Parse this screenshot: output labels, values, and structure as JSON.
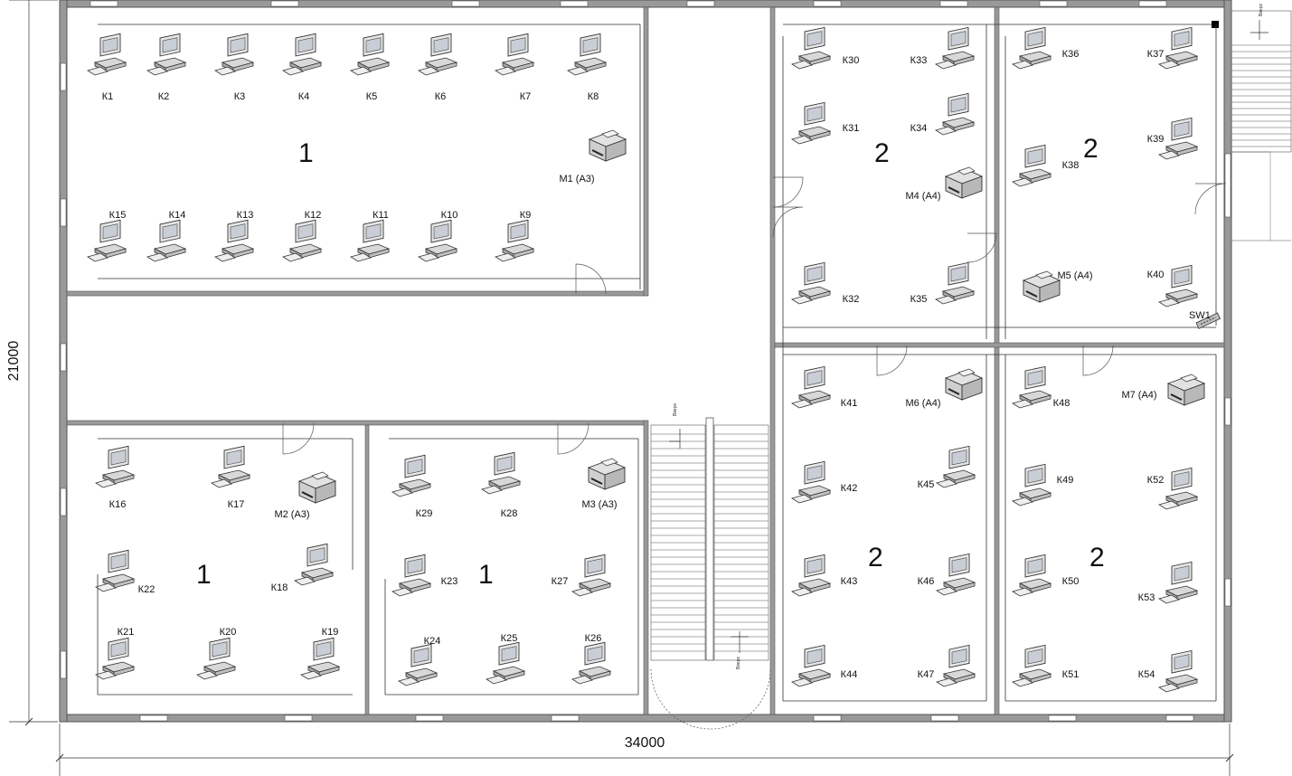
{
  "dimensions": {
    "width": "34000",
    "height": "21000"
  },
  "room_numbers": [
    "1",
    "2",
    "2",
    "1",
    "1",
    "2",
    "2"
  ],
  "stair_labels": [
    "Вверх",
    "Вверх",
    "Вверх"
  ],
  "switch": {
    "label": "SW1"
  },
  "computers": [
    "К1",
    "К2",
    "К3",
    "К4",
    "К5",
    "К6",
    "К7",
    "К8",
    "К9",
    "К10",
    "К11",
    "К12",
    "К13",
    "К14",
    "К15",
    "К16",
    "К17",
    "К18",
    "К19",
    "К20",
    "К21",
    "К22",
    "К23",
    "К24",
    "К25",
    "К26",
    "К27",
    "К28",
    "К29",
    "К30",
    "К31",
    "К32",
    "К33",
    "К34",
    "К35",
    "К36",
    "К37",
    "К38",
    "К39",
    "К40",
    "К41",
    "К42",
    "К43",
    "К44",
    "К45",
    "К46",
    "К47",
    "К48",
    "К49",
    "К50",
    "К51",
    "К52",
    "К53",
    "К54"
  ],
  "printers": [
    "М1 (А3)",
    "М2 (А3)",
    "М3 (А3)",
    "М4 (А4)",
    "М5 (А4)",
    "М6 (А4)",
    "М7 (А4)"
  ]
}
